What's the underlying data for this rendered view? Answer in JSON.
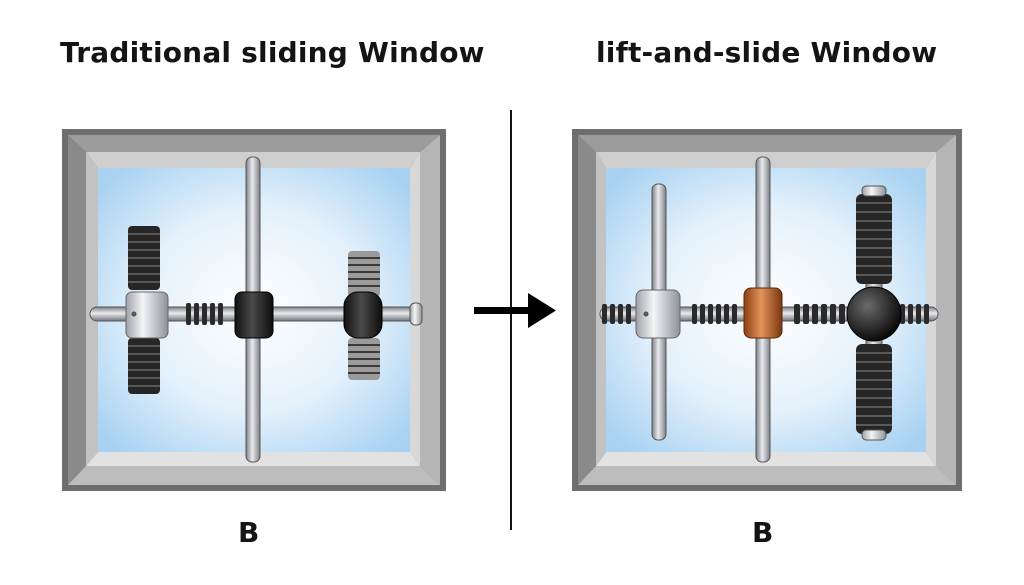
{
  "panels": {
    "left": {
      "title": "Traditional sliding Window",
      "label": "B"
    },
    "right": {
      "title": "lift-and-slide Window",
      "label": "B"
    }
  },
  "colors": {
    "frame_outer": "#6e6e6e",
    "frame_bevel": "#a8a8a8",
    "glass_center": "#ffffff",
    "glass_edge": "#a9d2f2",
    "rod": "#b9bcc0",
    "spring": "#262626",
    "silver_block": "#d7dadd",
    "black_block": "#1f1f1f",
    "copper_block": "#c46a2b",
    "divider": "#111111",
    "arrow": "#000000"
  }
}
